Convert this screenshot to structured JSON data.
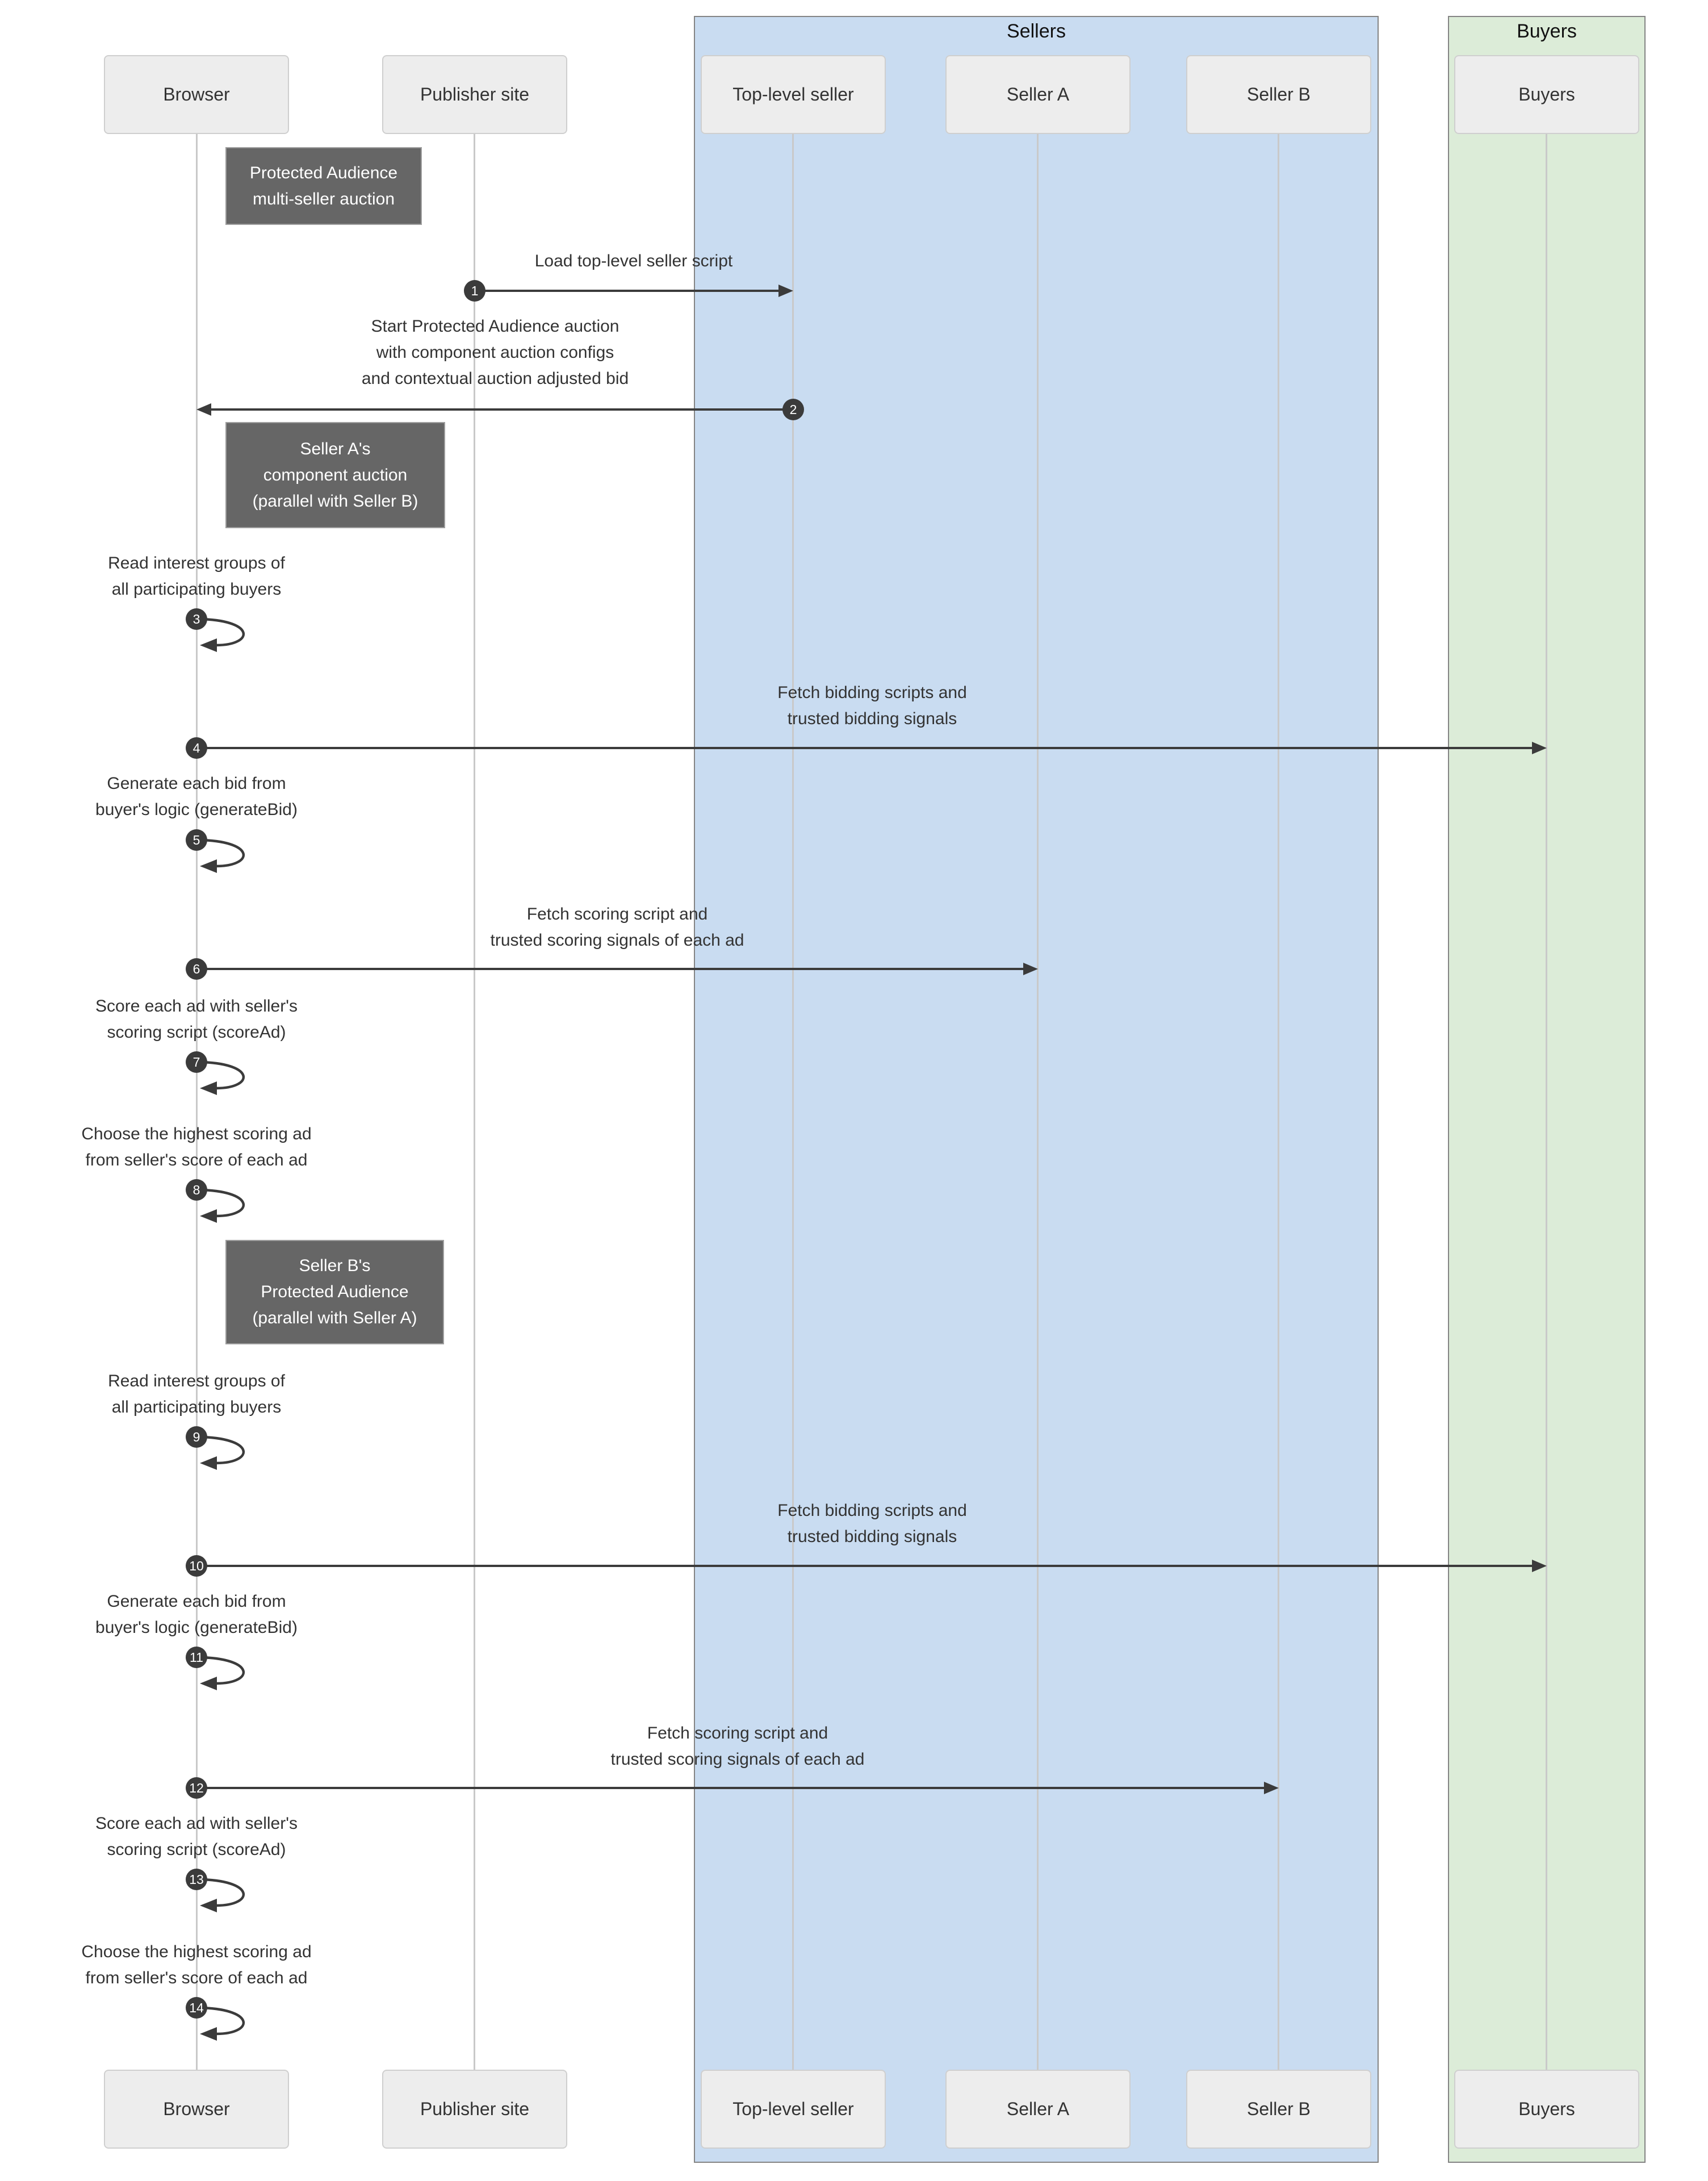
{
  "groups": {
    "sellers": {
      "label": "Sellers",
      "fill": "#c9dcf1"
    },
    "buyers": {
      "label": "Buyers",
      "fill": "#dcecd8"
    }
  },
  "participants": {
    "browser": "Browser",
    "publisher": "Publisher site",
    "top_level_seller": "Top-level seller",
    "seller_a": "Seller A",
    "seller_b": "Seller B",
    "buyers": "Buyers"
  },
  "notes": {
    "auction": "Protected Audience\nmulti-seller auction",
    "seller_a": "Seller A's\ncomponent auction\n(parallel with Seller B)",
    "seller_b": "Seller B's\nProtected Audience\n(parallel with Seller A)"
  },
  "messages": [
    {
      "num": "1",
      "text": "Load top-level seller script"
    },
    {
      "num": "2",
      "text": "Start Protected Audience auction\nwith component auction configs\nand contextual auction adjusted bid"
    },
    {
      "num": "3",
      "text": "Read interest groups of\nall participating buyers"
    },
    {
      "num": "4",
      "text": "Fetch bidding scripts and\ntrusted bidding signals"
    },
    {
      "num": "5",
      "text": "Generate each bid from\nbuyer's logic (generateBid)"
    },
    {
      "num": "6",
      "text": "Fetch scoring script and\ntrusted scoring signals of each ad"
    },
    {
      "num": "7",
      "text": "Score each ad with seller's\nscoring script (scoreAd)"
    },
    {
      "num": "8",
      "text": "Choose the highest scoring ad\nfrom seller's score of each ad"
    },
    {
      "num": "9",
      "text": "Read interest groups of\nall participating buyers"
    },
    {
      "num": "10",
      "text": "Fetch bidding scripts and\ntrusted bidding signals"
    },
    {
      "num": "11",
      "text": "Generate each bid from\nbuyer's logic (generateBid)"
    },
    {
      "num": "12",
      "text": "Fetch scoring script and\ntrusted scoring signals of each ad"
    },
    {
      "num": "13",
      "text": "Score each ad with seller's\nscoring script (scoreAd)"
    },
    {
      "num": "14",
      "text": "Choose the highest scoring ad\nfrom seller's score of each ad"
    }
  ],
  "colors": {
    "arrow": "#3b3b3b",
    "note_fill": "#666666",
    "participant_fill": "#ededed",
    "sellers_fill": "#c9dcf1",
    "buyers_fill": "#dcecd8"
  }
}
